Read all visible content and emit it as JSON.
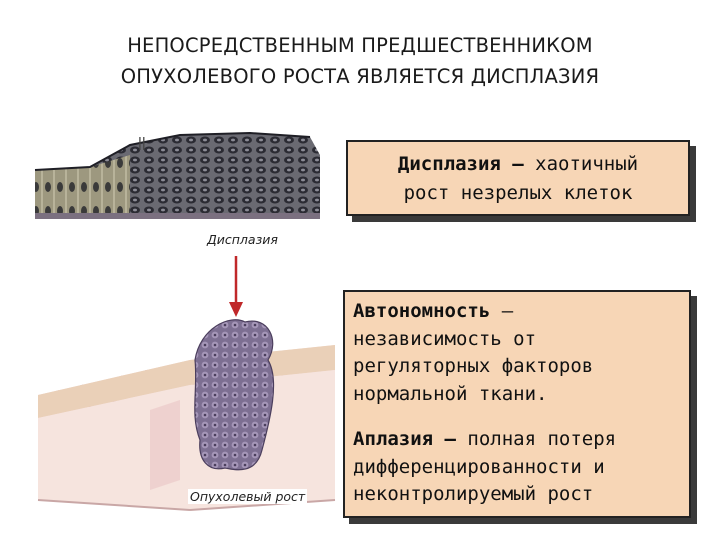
{
  "title": {
    "line1": "НЕПОСРЕДСТВЕННЫМ ПРЕДШЕСТВЕННИКОМ",
    "line2": "ОПУХОЛЕВОГО РОСТА ЯВЛЯЕТСЯ ДИСПЛАЗИЯ"
  },
  "box1": {
    "term": "Дисплазия –",
    "line1_rest": " хаотичный",
    "line2": "рост незрелых клеток"
  },
  "box2": {
    "term1": "Автономность",
    "term1_rest": " –",
    "def1_line1": "независимость от",
    "def1_line2": "регуляторных факторов",
    "def1_line3": "нормальной ткани.",
    "term2": "Аплазия –",
    "term2_rest": " полная потеря",
    "def2_line1": "дифференцированности и",
    "def2_line2": "неконтролируемый рост"
  },
  "captions": {
    "top": "Дисплазия",
    "bottom": "Опухолевый рост"
  },
  "figure_marks": "ǀǀ",
  "colors": {
    "box_fill": "#f7d6b6",
    "arrow": "#c0282a"
  }
}
